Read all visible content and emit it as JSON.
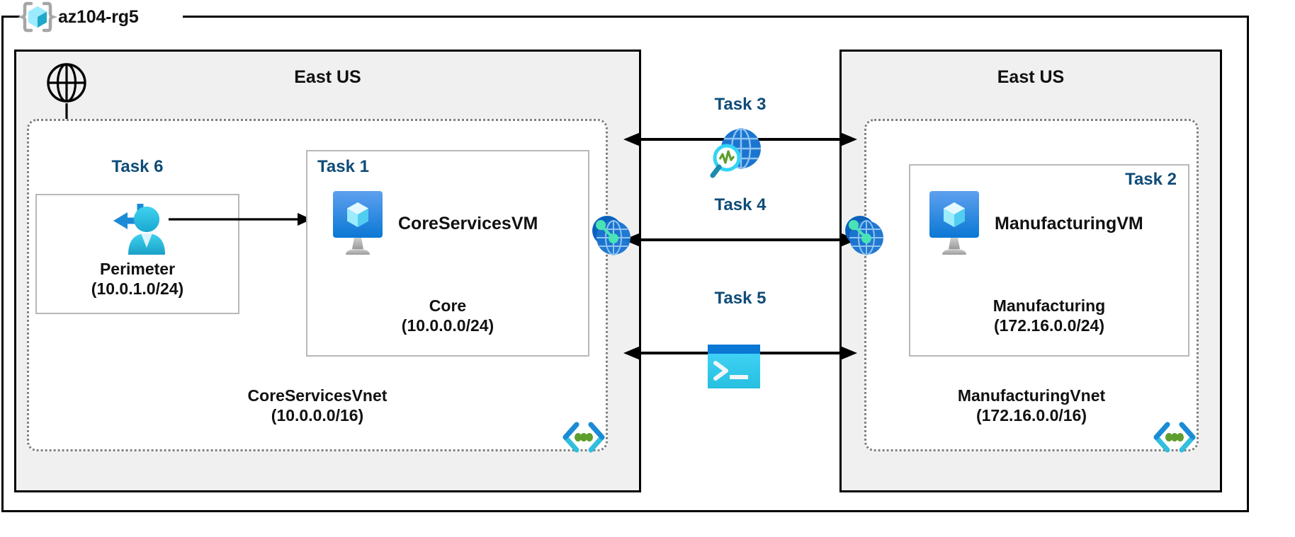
{
  "resource_group": {
    "name": "az104-rg5",
    "icon": "resource-group-cube-icon"
  },
  "regions": [
    {
      "id": "left",
      "title": "East US"
    },
    {
      "id": "right",
      "title": "East US"
    }
  ],
  "internet": {
    "icon": "globe-icon"
  },
  "vnets": [
    {
      "id": "core",
      "name": "CoreServicesVnet",
      "cidr": "(10.0.0.0/16)",
      "icon": "subnet-group-icon"
    },
    {
      "id": "manufacturing",
      "name": "ManufacturingVnet",
      "cidr": "(172.16.0.0/16)",
      "icon": "subnet-group-icon"
    }
  ],
  "subnets": [
    {
      "id": "perimeter",
      "task": "Task 6",
      "task_align": "center",
      "name": "Perimeter",
      "cidr": "(10.0.1.0/24)",
      "icon": "user-login-icon"
    },
    {
      "id": "core",
      "task": "Task 1",
      "task_align": "left",
      "name": "Core",
      "cidr": "(10.0.0.0/24)",
      "vm": {
        "label": "CoreServicesVM",
        "icon": "virtual-machine-icon"
      }
    },
    {
      "id": "manufacturing",
      "task": "Task 2",
      "task_align": "right",
      "name": "Manufacturing",
      "cidr": "(172.16.0.0/24)",
      "vm": {
        "label": "ManufacturingVM",
        "icon": "virtual-machine-icon"
      }
    }
  ],
  "connections": [
    {
      "id": "task3",
      "label": "Task 3",
      "icon": "network-watcher-icon",
      "arrow": "double"
    },
    {
      "id": "task4",
      "label": "Task 4",
      "icon": "none",
      "arrow": "double"
    },
    {
      "id": "task5",
      "label": "Task 5",
      "icon": "cloud-shell-icon",
      "arrow": "double"
    }
  ],
  "peerings": [
    {
      "id": "peer-left",
      "icon": "vnet-peering-icon"
    },
    {
      "id": "peer-right",
      "icon": "vnet-peering-icon"
    }
  ],
  "colors": {
    "task_label": "#0f4c78",
    "region_fill": "#f0f0f0",
    "vnet_border": "#808080",
    "subnet_border": "#b8b8b8",
    "azure_blue": "#0078d4",
    "azure_cyan": "#32bedd",
    "accent_green": "#5e9e2e"
  }
}
